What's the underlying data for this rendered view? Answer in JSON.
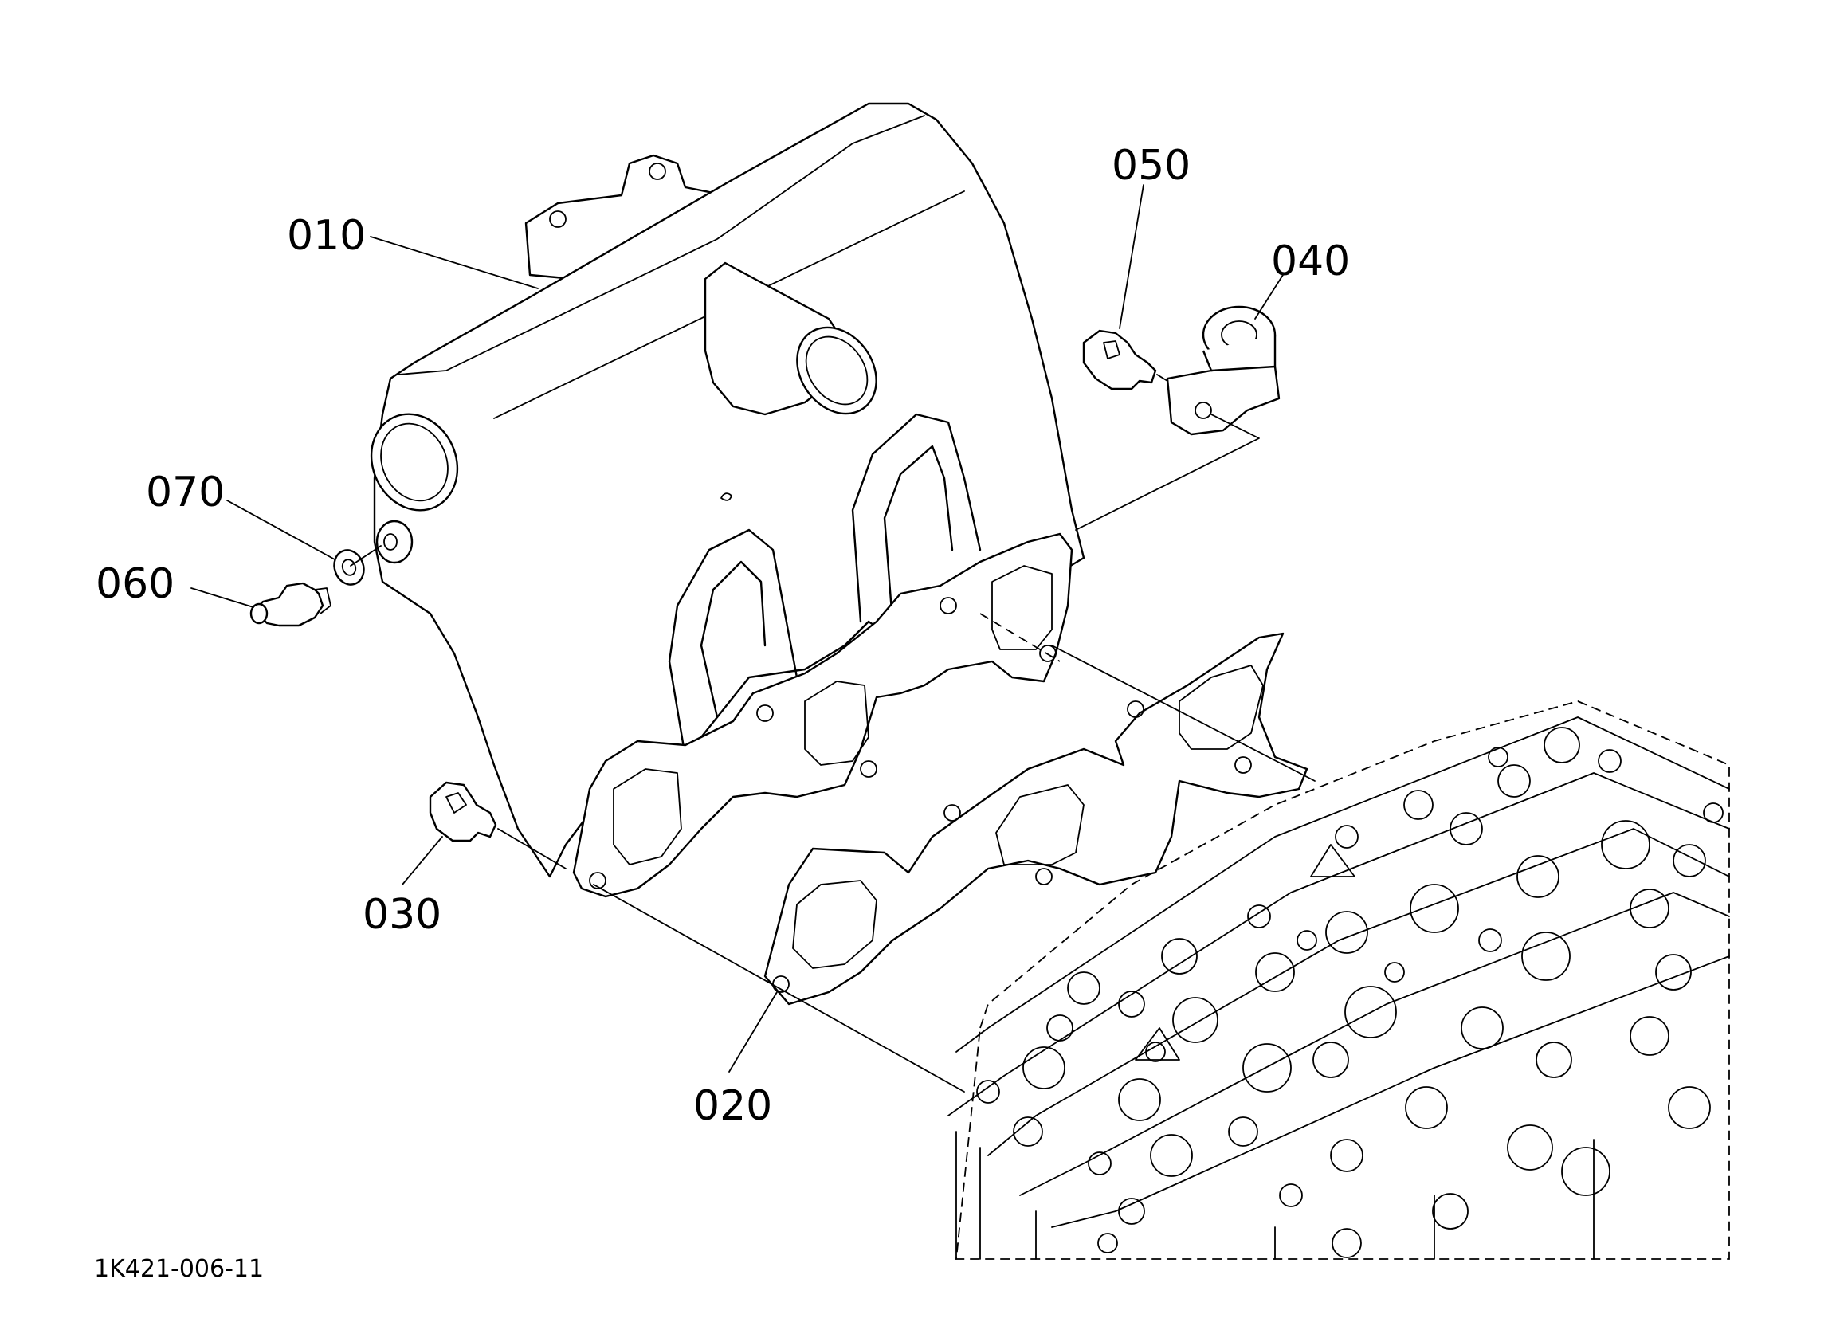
{
  "diagram": {
    "drawing_number": "1K421-006-11",
    "callouts": [
      {
        "id": "part-010",
        "label": "010"
      },
      {
        "id": "part-020",
        "label": "020"
      },
      {
        "id": "part-030",
        "label": "030"
      },
      {
        "id": "part-040",
        "label": "040"
      },
      {
        "id": "part-050",
        "label": "050"
      },
      {
        "id": "part-060",
        "label": "060"
      },
      {
        "id": "part-070",
        "label": "070"
      }
    ]
  }
}
